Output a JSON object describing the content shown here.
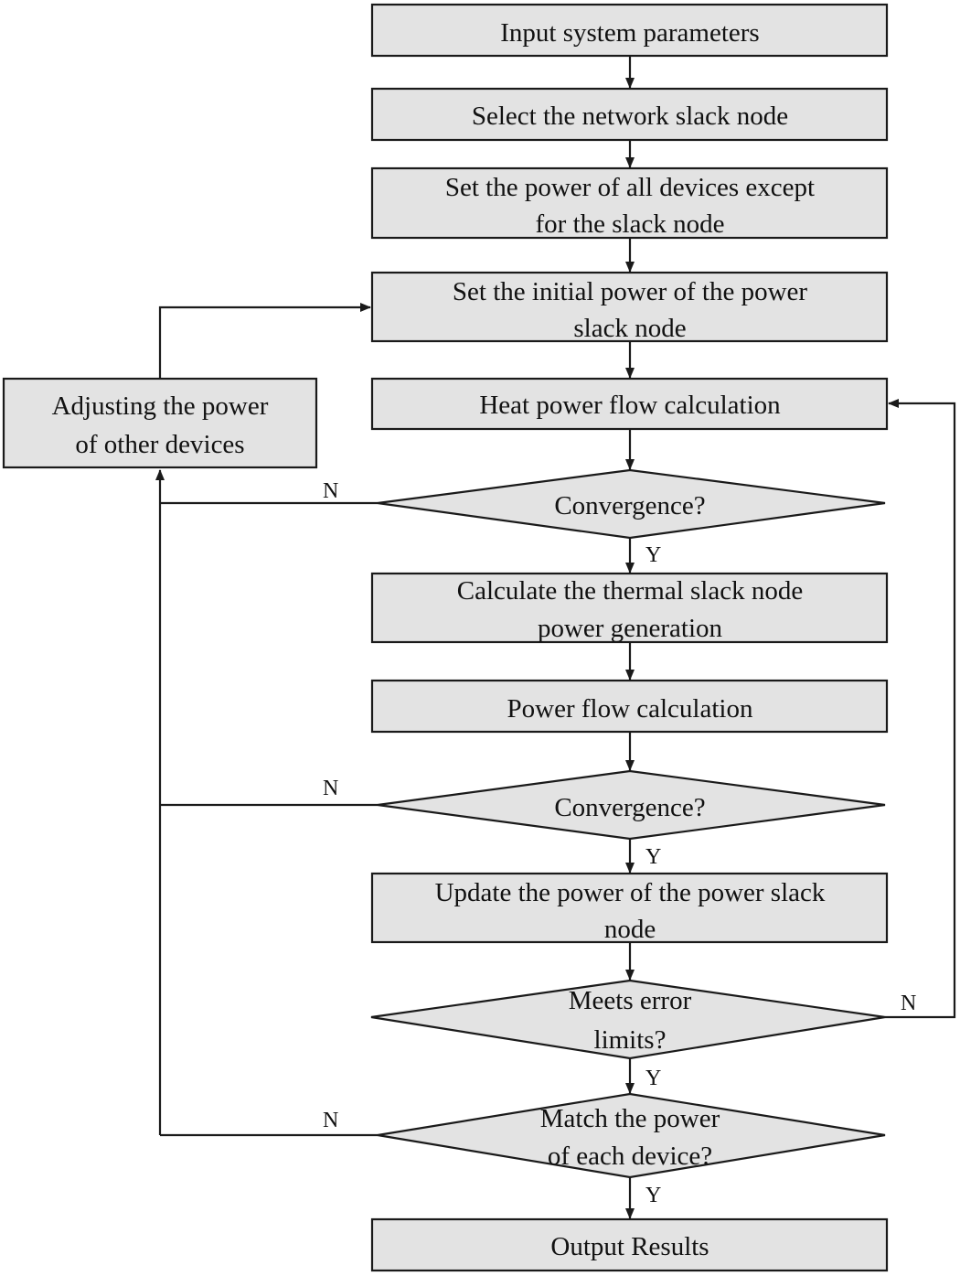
{
  "steps": {
    "input_parameters": {
      "lines": [
        "Input system parameters"
      ]
    },
    "select_slack_node": {
      "lines": [
        "Select the network slack node"
      ]
    },
    "set_device_power": {
      "lines": [
        "Set the power of all devices except",
        "for the slack node"
      ]
    },
    "set_initial_power": {
      "lines": [
        "Set the initial power of the power",
        "slack node"
      ]
    },
    "heat_power_flow": {
      "lines": [
        "Heat power flow calculation"
      ]
    },
    "convergence_1": {
      "lines": [
        "Convergence?"
      ]
    },
    "thermal_slack_generation": {
      "lines": [
        "Calculate the thermal slack node",
        "power generation"
      ]
    },
    "power_flow": {
      "lines": [
        "Power flow calculation"
      ]
    },
    "convergence_2": {
      "lines": [
        "Convergence?"
      ]
    },
    "update_slack_power": {
      "lines": [
        "Update the power of the power slack",
        "node"
      ]
    },
    "error_limits": {
      "lines": [
        "Meets error",
        "limits?"
      ]
    },
    "match_device_power": {
      "lines": [
        "Match the power",
        "of each device?"
      ]
    },
    "output_results": {
      "lines": [
        "Output Results"
      ]
    },
    "adjust_other_devices": {
      "lines": [
        "Adjusting the power",
        "of other devices"
      ]
    }
  },
  "branches": {
    "yes": "Y",
    "no": "N"
  },
  "colors": {
    "node_fill": "#e3e3e3",
    "stroke": "#1a1a1a",
    "text": "#111111"
  }
}
